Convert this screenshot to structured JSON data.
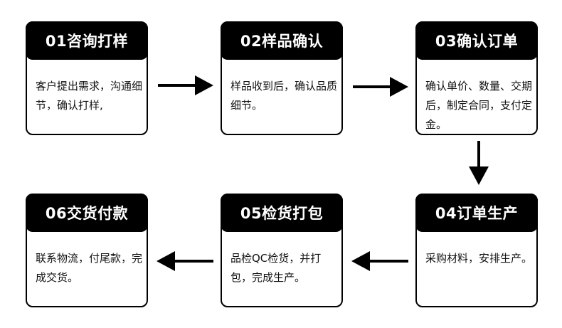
{
  "steps": [
    {
      "title": "01咨询打样",
      "text": "客户提出需求，沟通细节，确认打样,"
    },
    {
      "title": "02样品确认",
      "text": "样品收到后，确认品质细节。"
    },
    {
      "title": "03确认订单",
      "text": "确认单价、数量、交期后，制定合同，支付定金。"
    },
    {
      "title": "04订单生产",
      "text": "采购材料，安排生产。"
    },
    {
      "title": "05检货打包",
      "text": "品检QC检货，并打包，完成生产。"
    },
    {
      "title": "06交货付款",
      "text": "联系物流，付尾款，完成交货。"
    }
  ]
}
